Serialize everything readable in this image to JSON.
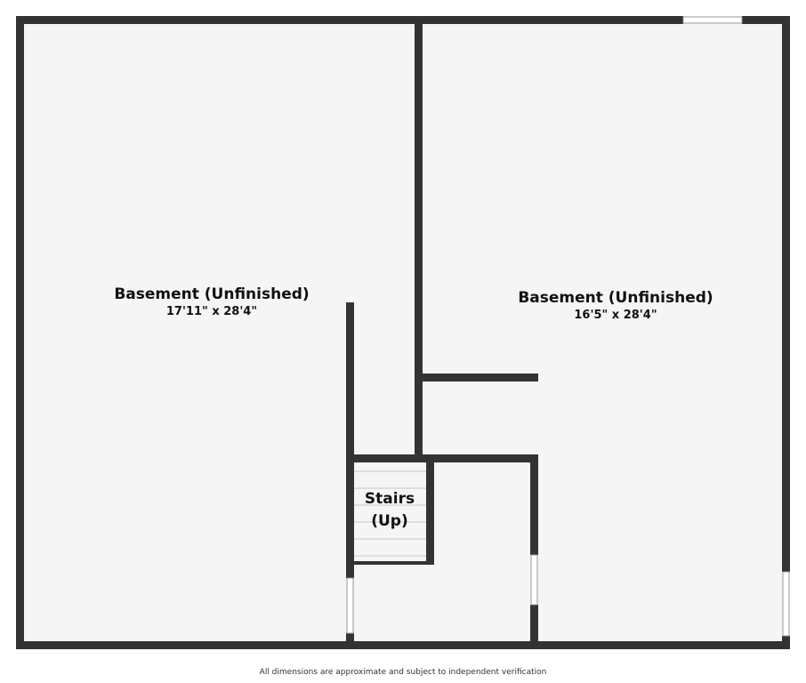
{
  "floorplan": {
    "rooms": [
      {
        "name": "Basement (Unfinished)",
        "dimensions": "17'11\" x 28'4\""
      },
      {
        "name": "Basement (Unfinished)",
        "dimensions": "16'5\" x 28'4\""
      }
    ],
    "stairs": {
      "line1": "Stairs",
      "line2": "(Up)"
    },
    "footer": "All dimensions are approximate and subject to independent verification",
    "colors": {
      "wall": "#333333",
      "floor": "#f5f5f5",
      "window": "#ffffff",
      "text": "#111111"
    }
  }
}
